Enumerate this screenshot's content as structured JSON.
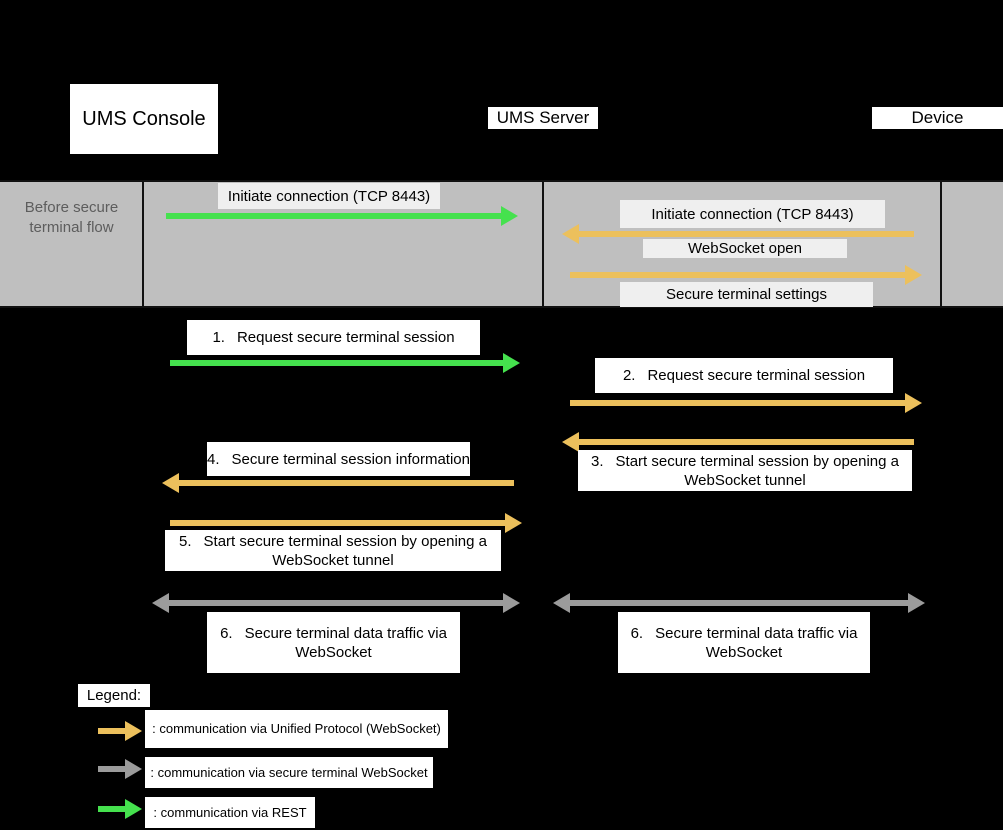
{
  "colors": {
    "rest_green": "#45e14e",
    "unified_orange": "#ecc05c",
    "secure_ws_gray": "#9b9b9b",
    "band_bg": "#bfbfbf",
    "band_label_bg": "#efefef",
    "band_text_gray": "#5d5d5d"
  },
  "actors": {
    "console": "UMS Console",
    "server": "UMS Server",
    "device": "Device"
  },
  "band": {
    "label": "Before secure terminal flow",
    "messages": {
      "console_to_server": "Initiate connection (TCP 8443)",
      "device_to_server": "Initiate connection (TCP 8443)",
      "websocket_open": "WebSocket open",
      "secure_settings": "Secure terminal settings"
    }
  },
  "steps": [
    {
      "num": "1.",
      "text": "Request secure terminal session"
    },
    {
      "num": "2.",
      "text": "Request secure terminal session"
    },
    {
      "num": "3.",
      "text": "Start secure terminal session by opening a WebSocket tunnel"
    },
    {
      "num": "4.",
      "text": "Secure terminal session information"
    },
    {
      "num": "5.",
      "text": "Start secure terminal session by opening a WebSocket tunnel"
    },
    {
      "num": "6.",
      "text": "Secure terminal data traffic via WebSocket"
    },
    {
      "num": "6.",
      "text": "Secure terminal data traffic via WebSocket"
    }
  ],
  "legend": {
    "title": "Legend:",
    "items": [
      {
        "name": "unified-protocol",
        "color": "#ecc05c",
        "label": ": communication via Unified Protocol (WebSocket)"
      },
      {
        "name": "secure-terminal-websocket",
        "color": "#9b9b9b",
        "label": ": communication via secure terminal WebSocket"
      },
      {
        "name": "rest",
        "color": "#45e14e",
        "label": ": communication via REST"
      }
    ]
  }
}
